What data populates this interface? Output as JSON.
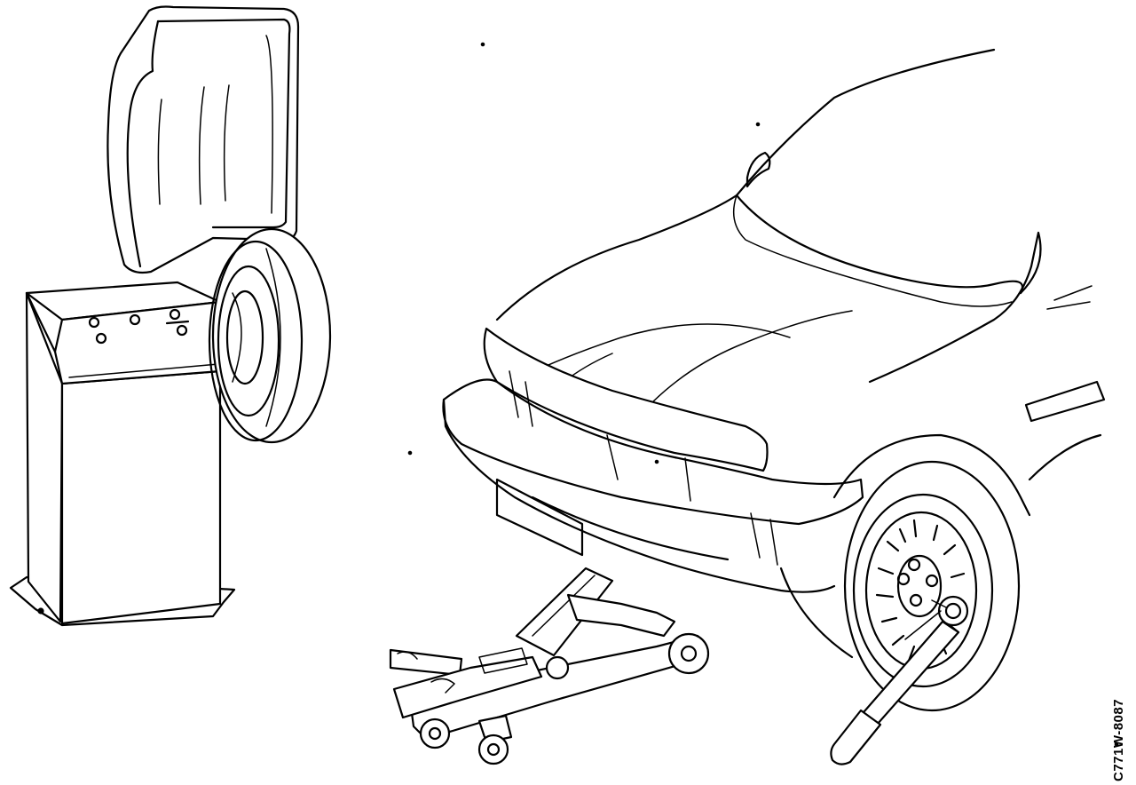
{
  "figure": {
    "code": "C771W-8087"
  },
  "objects": [
    {
      "name": "wheel-balancer",
      "label": ""
    },
    {
      "name": "car-front",
      "label": ""
    },
    {
      "name": "floor-jack",
      "label": ""
    },
    {
      "name": "lug-wrench",
      "label": ""
    }
  ]
}
